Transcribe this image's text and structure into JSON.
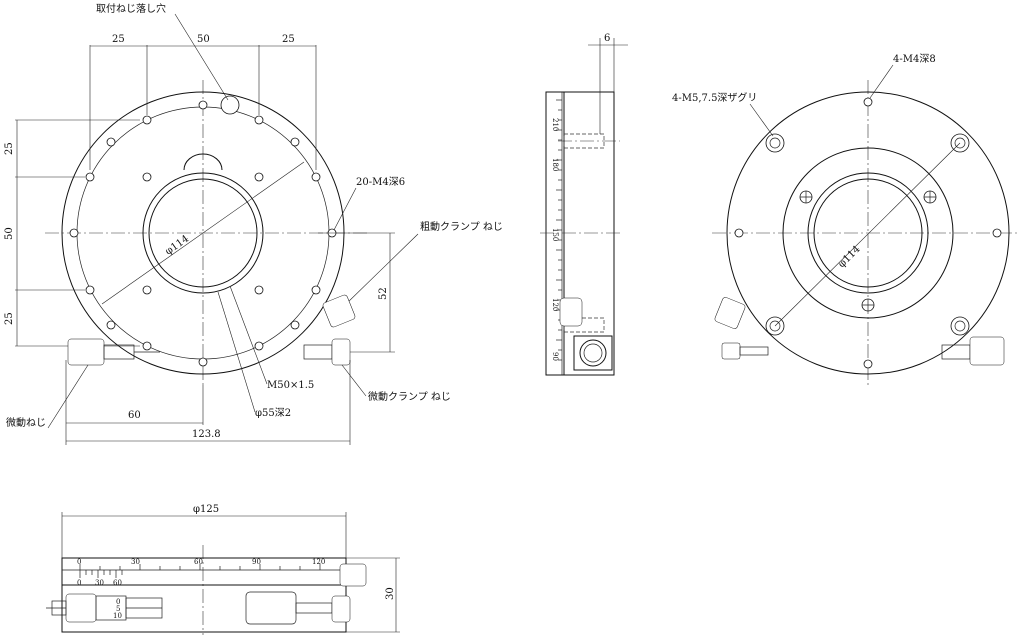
{
  "labels": {
    "mount_hole": "取付ねじ落し穴",
    "tapped_20": "20-M4深6",
    "coarse_clamp": "粗動クランプ ねじ",
    "fine_clamp": "微動クランプ ねじ",
    "fine_screw": "微動ねじ",
    "thread_m50": "M50×1.5",
    "recess_55": "φ55深2",
    "tapped_4m4": "4-M4深8",
    "counterbore_4m5": "4-M5,7.5深ザグリ"
  },
  "dims": {
    "d25_a": "25",
    "d50_top": "50",
    "d25_b": "25",
    "v25_a": "25",
    "v50": "50",
    "v25_b": "25",
    "d52": "52",
    "d60": "60",
    "d123_8": "123.8",
    "phi114": "φ114",
    "phi114_b": "φ114",
    "d6": "6",
    "phi125": "φ125",
    "d30": "30"
  },
  "scale_side": [
    "210",
    "180",
    "150",
    "120",
    "90"
  ],
  "scale_front": [
    "0",
    "30",
    "60",
    "90",
    "120"
  ],
  "vernier": [
    "0",
    "30",
    "60"
  ],
  "micrometer": [
    "0",
    "5",
    "10"
  ]
}
